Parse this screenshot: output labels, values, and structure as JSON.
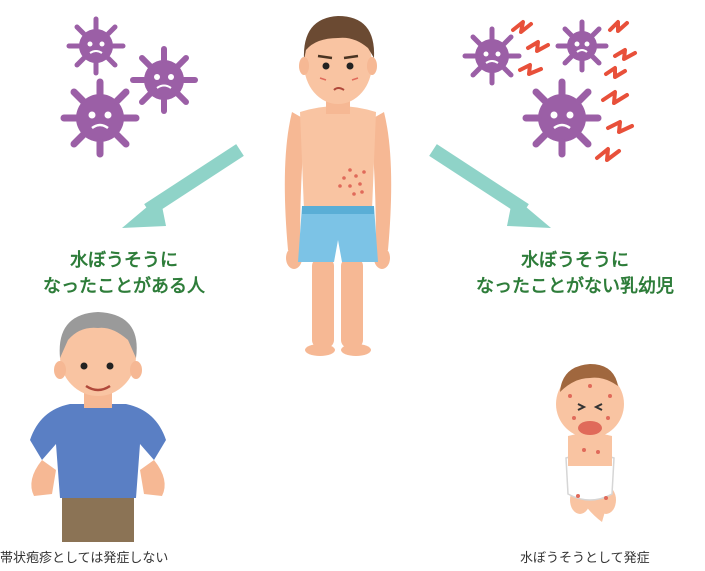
{
  "left_group": {
    "line1": "水ぼうそうに",
    "line2": "なったことがある人",
    "caption": "帯状疱疹としては発症しない"
  },
  "right_group": {
    "line1": "水ぼうそうに",
    "line2": "なったことがない乳幼児",
    "caption": "水ぼうそうとして発症"
  },
  "colors": {
    "virus": "#9b5fa6",
    "arrow": "#8fd3c8",
    "label_text": "#2e7d3a",
    "rash": "#e06a5a",
    "zigzag": "#e8503a"
  }
}
